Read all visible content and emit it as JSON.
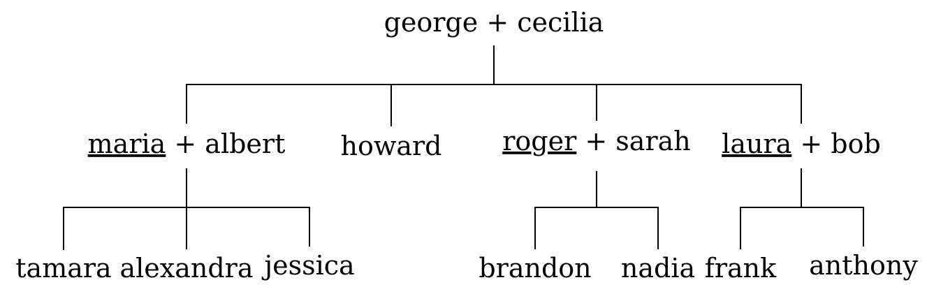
{
  "family_tree": {
    "root": {
      "name": "george",
      "joiner": " + ",
      "spouse": "cecilia",
      "children": [
        {
          "name": "maria",
          "joiner": " + ",
          "spouse": "albert",
          "underlined": true,
          "children": [
            {
              "name": "tamara"
            },
            {
              "name": "alexandra"
            },
            {
              "name": "jessica"
            }
          ]
        },
        {
          "name": "howard"
        },
        {
          "name": "roger",
          "joiner": " + ",
          "spouse": "sarah",
          "underlined": true,
          "children": [
            {
              "name": "brandon"
            },
            {
              "name": "nadia"
            }
          ]
        },
        {
          "name": "laura",
          "joiner": " + ",
          "spouse": "bob",
          "underlined": true,
          "children": [
            {
              "name": "frank"
            },
            {
              "name": "anthony"
            }
          ]
        }
      ]
    }
  },
  "colors": {
    "line": "#000000",
    "text": "#000000",
    "background": "#ffffff"
  }
}
